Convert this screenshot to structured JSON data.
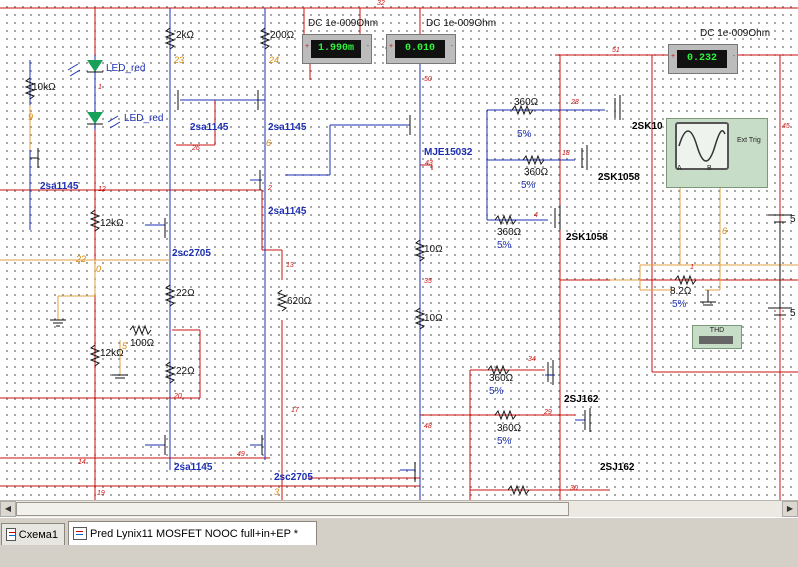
{
  "meters": [
    {
      "title": "DC  1e-009Ohm",
      "reading": "1.990m",
      "plus": "+",
      "minus": "-"
    },
    {
      "title": "DC  1e-009Ohm",
      "reading": "0.010",
      "plus": "+",
      "minus": "-"
    },
    {
      "title": "DC  1e-009Ohm",
      "reading": "0.232",
      "plus": "+",
      "minus": "-"
    }
  ],
  "components": {
    "r_10k": "10kΩ",
    "led1": "LED_red",
    "led2": "LED_red",
    "r_2k": "2kΩ",
    "r_200": "200Ω",
    "q_sa1145_left": "2sa1145",
    "q_sa1145_a": "2sa1145",
    "q_sa1145_b": "2sa1145",
    "q_sa1145_c": "2sa1145",
    "q_sa1145_bottom": "2sa1145",
    "q_mje15032": "MJE15032",
    "r_12k_top": "12kΩ",
    "r_12k_bot": "12kΩ",
    "q_sc2705_mid": "2sc2705",
    "q_sc2705_bot": "2sc2705",
    "r_22_a": "22Ω",
    "r_22_b": "22Ω",
    "r_100": "100Ω",
    "r_620": "620Ω",
    "r_10_a": "10Ω",
    "r_10_b": "10Ω",
    "r_360_1": "360Ω",
    "r_360_2": "360Ω",
    "r_360_3": "360Ω",
    "r_360_4": "360Ω",
    "r_360_5": "360Ω",
    "tol_1": "5%",
    "tol_2": "5%",
    "tol_3": "5%",
    "tol_4": "5%",
    "tol_5": "5%",
    "tol_6": "5%",
    "q_2sk1058_a": "2SK10",
    "q_2sk1058_b": "2SK1058",
    "q_2sk1058_c": "2SK1058",
    "q_2sj162_a": "2SJ162",
    "q_2sj162_b": "2SJ162",
    "r_8_2": "8.2Ω",
    "batt_1": "5",
    "batt_2": "5"
  },
  "nets": {
    "n32": "32",
    "n51": "51",
    "n50": "50",
    "n45": "45",
    "n48": "48",
    "n9": "9",
    "n1": "1",
    "n12": "12",
    "n26": "26",
    "n6": "6",
    "n2": "2",
    "n43": "43",
    "n13": "13",
    "n35": "35",
    "n22": "22",
    "n18": "18",
    "n4": "4",
    "n34": "34",
    "n29": "29",
    "n30": "30",
    "n17": "17",
    "n20": "20",
    "n14": "14",
    "n19": "19",
    "n49": "49",
    "n28": "28",
    "n0": "0",
    "n3": "3",
    "n5": "5",
    "n6b": "6",
    "n1b": "1",
    "n23": "23",
    "n24": "24"
  },
  "scope": {
    "ext_trig": "Ext Trig",
    "a": "A",
    "b": "B"
  },
  "thd": {
    "label": "THD"
  },
  "scrollbar": {
    "left_arrow": "◀",
    "right_arrow": "▶"
  },
  "tabs": [
    {
      "label": "Схема1"
    },
    {
      "label": "Pred Lynix11 MOSFET NOOC full+in+EP *"
    }
  ],
  "colors": {
    "wire_red": "#c81010",
    "wire_blue": "#1c2fb3",
    "wire_orange": "#e0a040",
    "meter_green": "#2ff43a"
  }
}
